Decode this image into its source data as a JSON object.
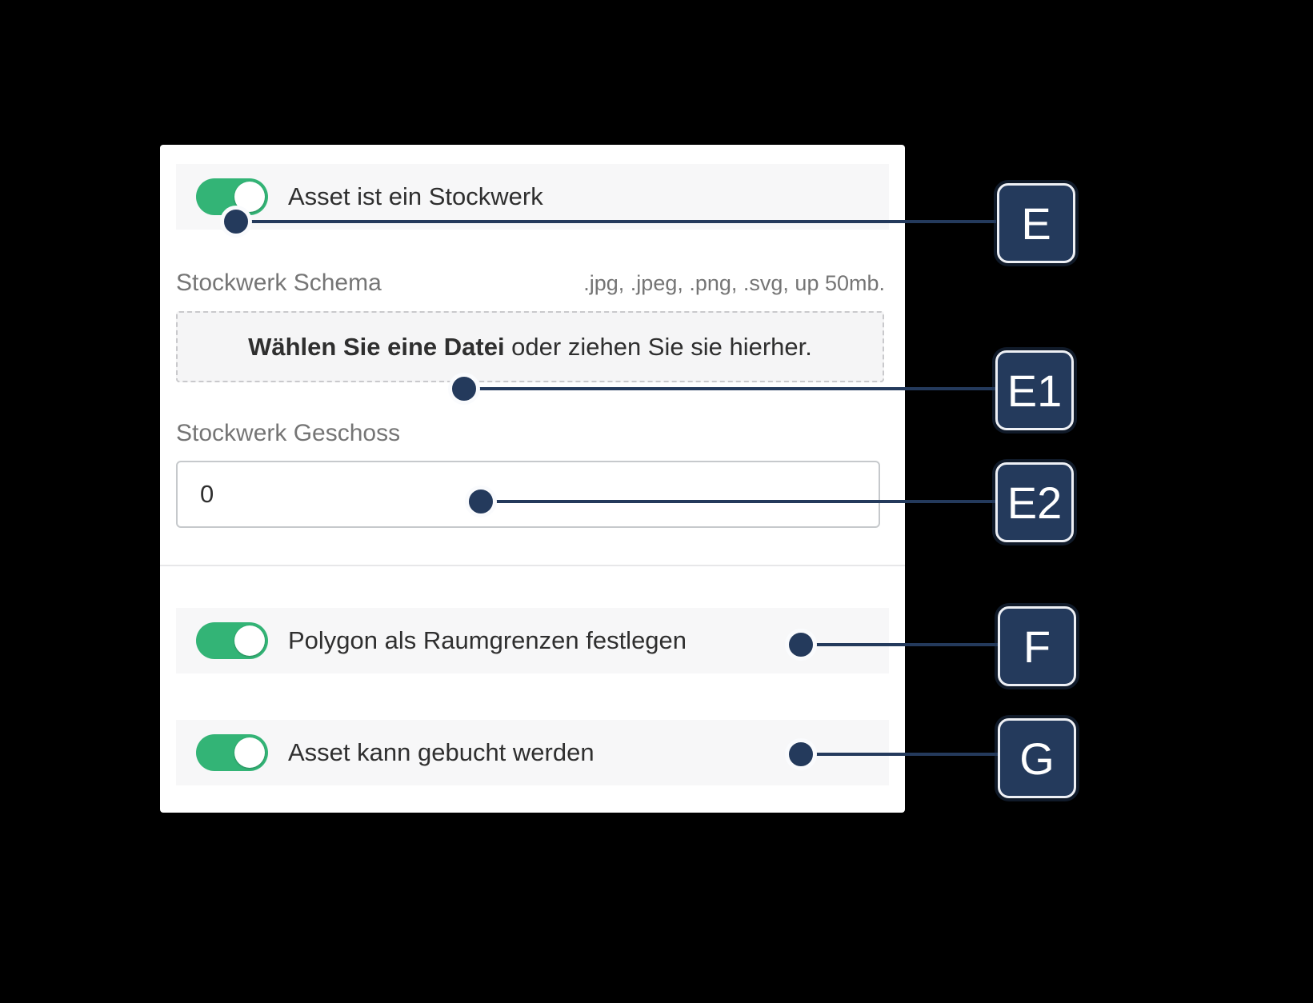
{
  "panel": {
    "floor_toggle": {
      "label": "Asset ist ein Stockwerk",
      "state": "on"
    },
    "schema": {
      "label": "Stockwerk Schema",
      "formats_hint": ".jpg, .jpeg, .png, .svg, up 50mb.",
      "dropzone": {
        "action_bold": "Wählen Sie eine Datei",
        "action_rest": " oder ziehen Sie sie hierher."
      }
    },
    "floor_level": {
      "label": "Stockwerk Geschoss",
      "value": "0"
    },
    "polygon_toggle": {
      "label": "Polygon als Raumgrenzen festlegen",
      "state": "on"
    },
    "bookable_toggle": {
      "label": "Asset kann gebucht werden",
      "state": "on"
    }
  },
  "annotations": {
    "e": "E",
    "e1": "E1",
    "e2": "E2",
    "f": "F",
    "g": "G"
  },
  "colors": {
    "toggle_on": "#33b476",
    "annotation": "#243a5c"
  }
}
